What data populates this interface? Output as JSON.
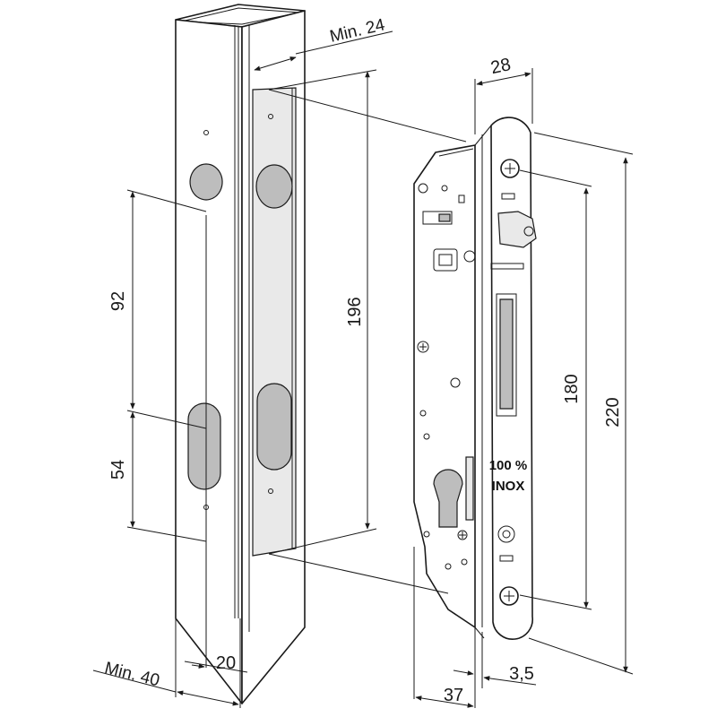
{
  "dimensions": {
    "profile_min_depth": "Min. 24",
    "profile_min_width": "Min. 40",
    "hole_offset": "20",
    "hole_spacing_upper": "92",
    "hole_spacing_lower": "54",
    "cutout_height": "196",
    "faceplate_width": "28",
    "screw_spacing": "180",
    "faceplate_height": "220",
    "body_depth": "37",
    "offset_small": "3,5"
  },
  "plate_marking": {
    "line1": "100 %",
    "line2": "INOX"
  },
  "colors": {
    "line": "#1a1a1a",
    "background": "#ffffff",
    "steel_shade": "#e9e9e9"
  }
}
